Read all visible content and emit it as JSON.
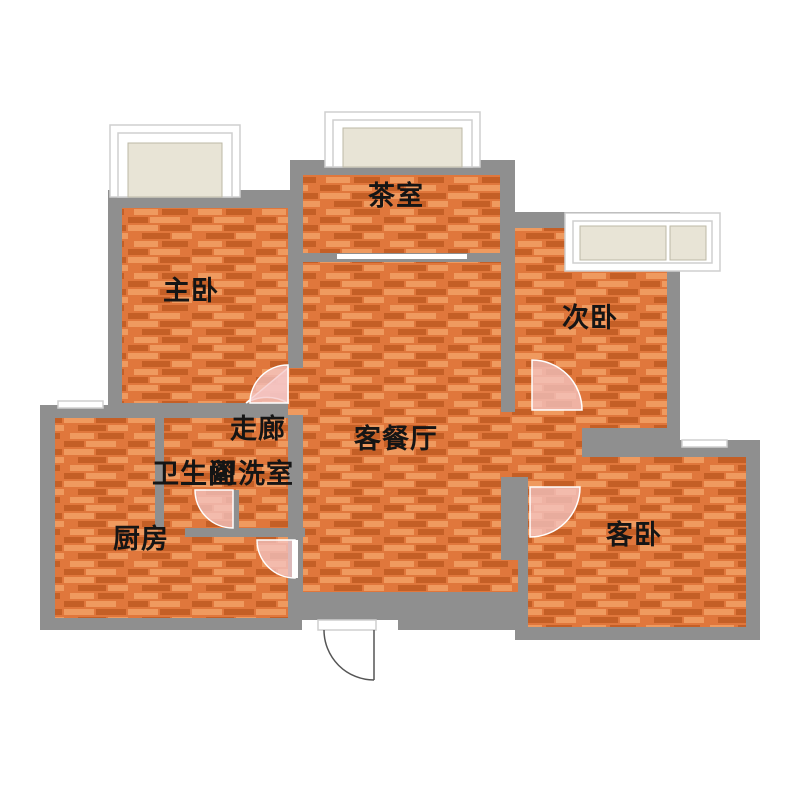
{
  "floorplan": {
    "colors": {
      "wall": "#8f8f8f",
      "floor": "#e0773c",
      "floor_light": "#ef9a5f",
      "floor_dark": "#c45f26",
      "balcony_fill": "#e8e4d6",
      "window_frame": "#cfcfcf",
      "door_swing": "#f4c5c5",
      "background": "#ffffff"
    },
    "rooms": {
      "tea_room": "茶室",
      "master_bedroom": "主卧",
      "second_bedroom": "次卧",
      "corridor": "走廊",
      "living_dining": "客餐厅",
      "bathroom": "卫生间",
      "laundry": "盥洗室",
      "kitchen": "厨房",
      "guest_bedroom": "客卧"
    }
  }
}
